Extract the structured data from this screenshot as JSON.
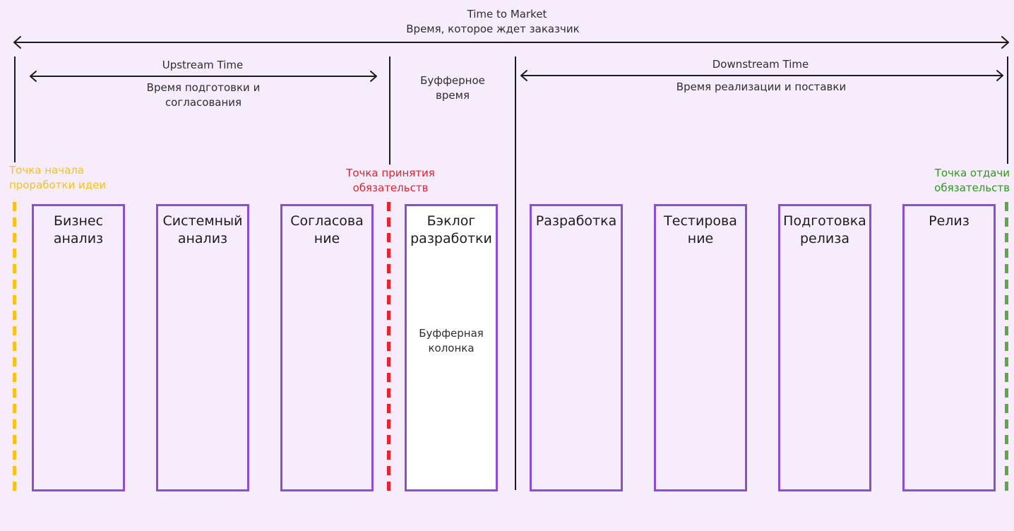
{
  "header": {
    "title": "Time to Market",
    "subtitle": "Время, которое ждет заказчик"
  },
  "upstream": {
    "title": "Upstream Time",
    "subtitle": "Время подготовки и\nсогласования"
  },
  "buffer": {
    "label": "Буфферное\nвремя"
  },
  "downstream": {
    "title": "Downstream Time",
    "subtitle": "Время реализации и поставки"
  },
  "markers": {
    "start": {
      "label": "Точка начала\nпроработки идеи",
      "color": "#f7c21b"
    },
    "commit": {
      "label": "Точка принятия\nобязательств",
      "color": "#e8232f"
    },
    "delivery": {
      "label": "Точка отдачи\nобязательств",
      "color": "#2a9a1b"
    }
  },
  "columns": [
    {
      "title": "Бизнес\nанализ"
    },
    {
      "title": "Системный\nанализ"
    },
    {
      "title": "Согласова\nние"
    },
    {
      "title": "Бэклог\nразработки",
      "note": "Буфферная\nколонка"
    },
    {
      "title": "Разработка"
    },
    {
      "title": "Тестирова\nние"
    },
    {
      "title": "Подготовка\nрелиза"
    },
    {
      "title": "Релиз"
    }
  ],
  "colors": {
    "background": "#f7ecfb",
    "column_border": "#8a4fd6",
    "buffer_column_fill": "#ffffff",
    "line": "#1b1b1b"
  }
}
